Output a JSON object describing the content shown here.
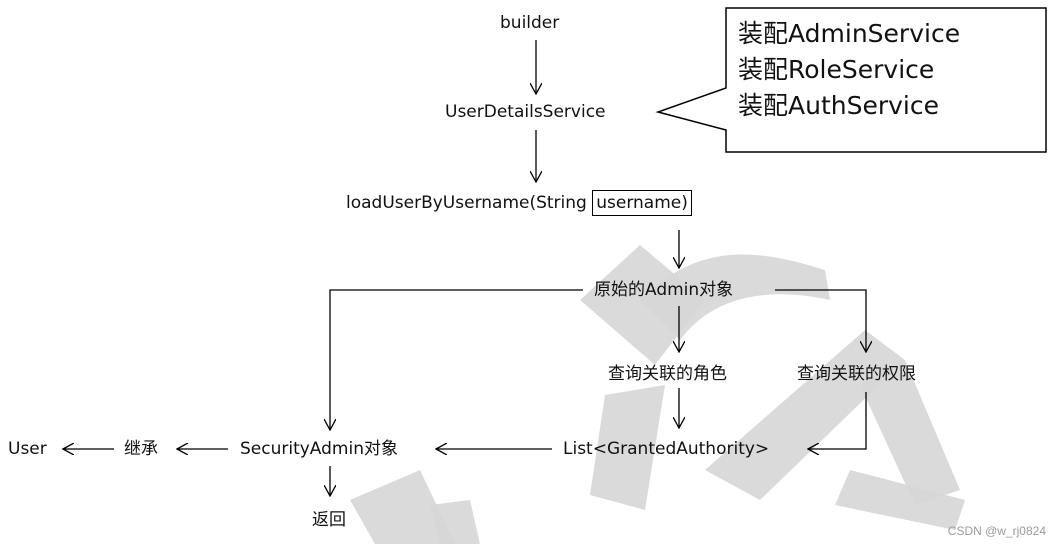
{
  "nodes": {
    "builder": "builder",
    "user_details_service": "UserDetailsService",
    "load_prefix": "loadUserByUsername(String ",
    "load_param": "username)",
    "admin_object": "原始的Admin对象",
    "query_roles": "查询关联的角色",
    "query_auth": "查询关联的权限",
    "list_authority": "List<GrantedAuthority>",
    "security_admin": "SecurityAdmin对象",
    "inherit": "继承",
    "user": "User",
    "return": "返回"
  },
  "callout": {
    "lines": [
      "装配AdminService",
      "装配RoleService",
      "装配AuthService"
    ]
  },
  "watermark": "CSDN @w_rj0824",
  "colors": {
    "stroke": "#000000",
    "watermark_shape": "#d6d6d6"
  }
}
